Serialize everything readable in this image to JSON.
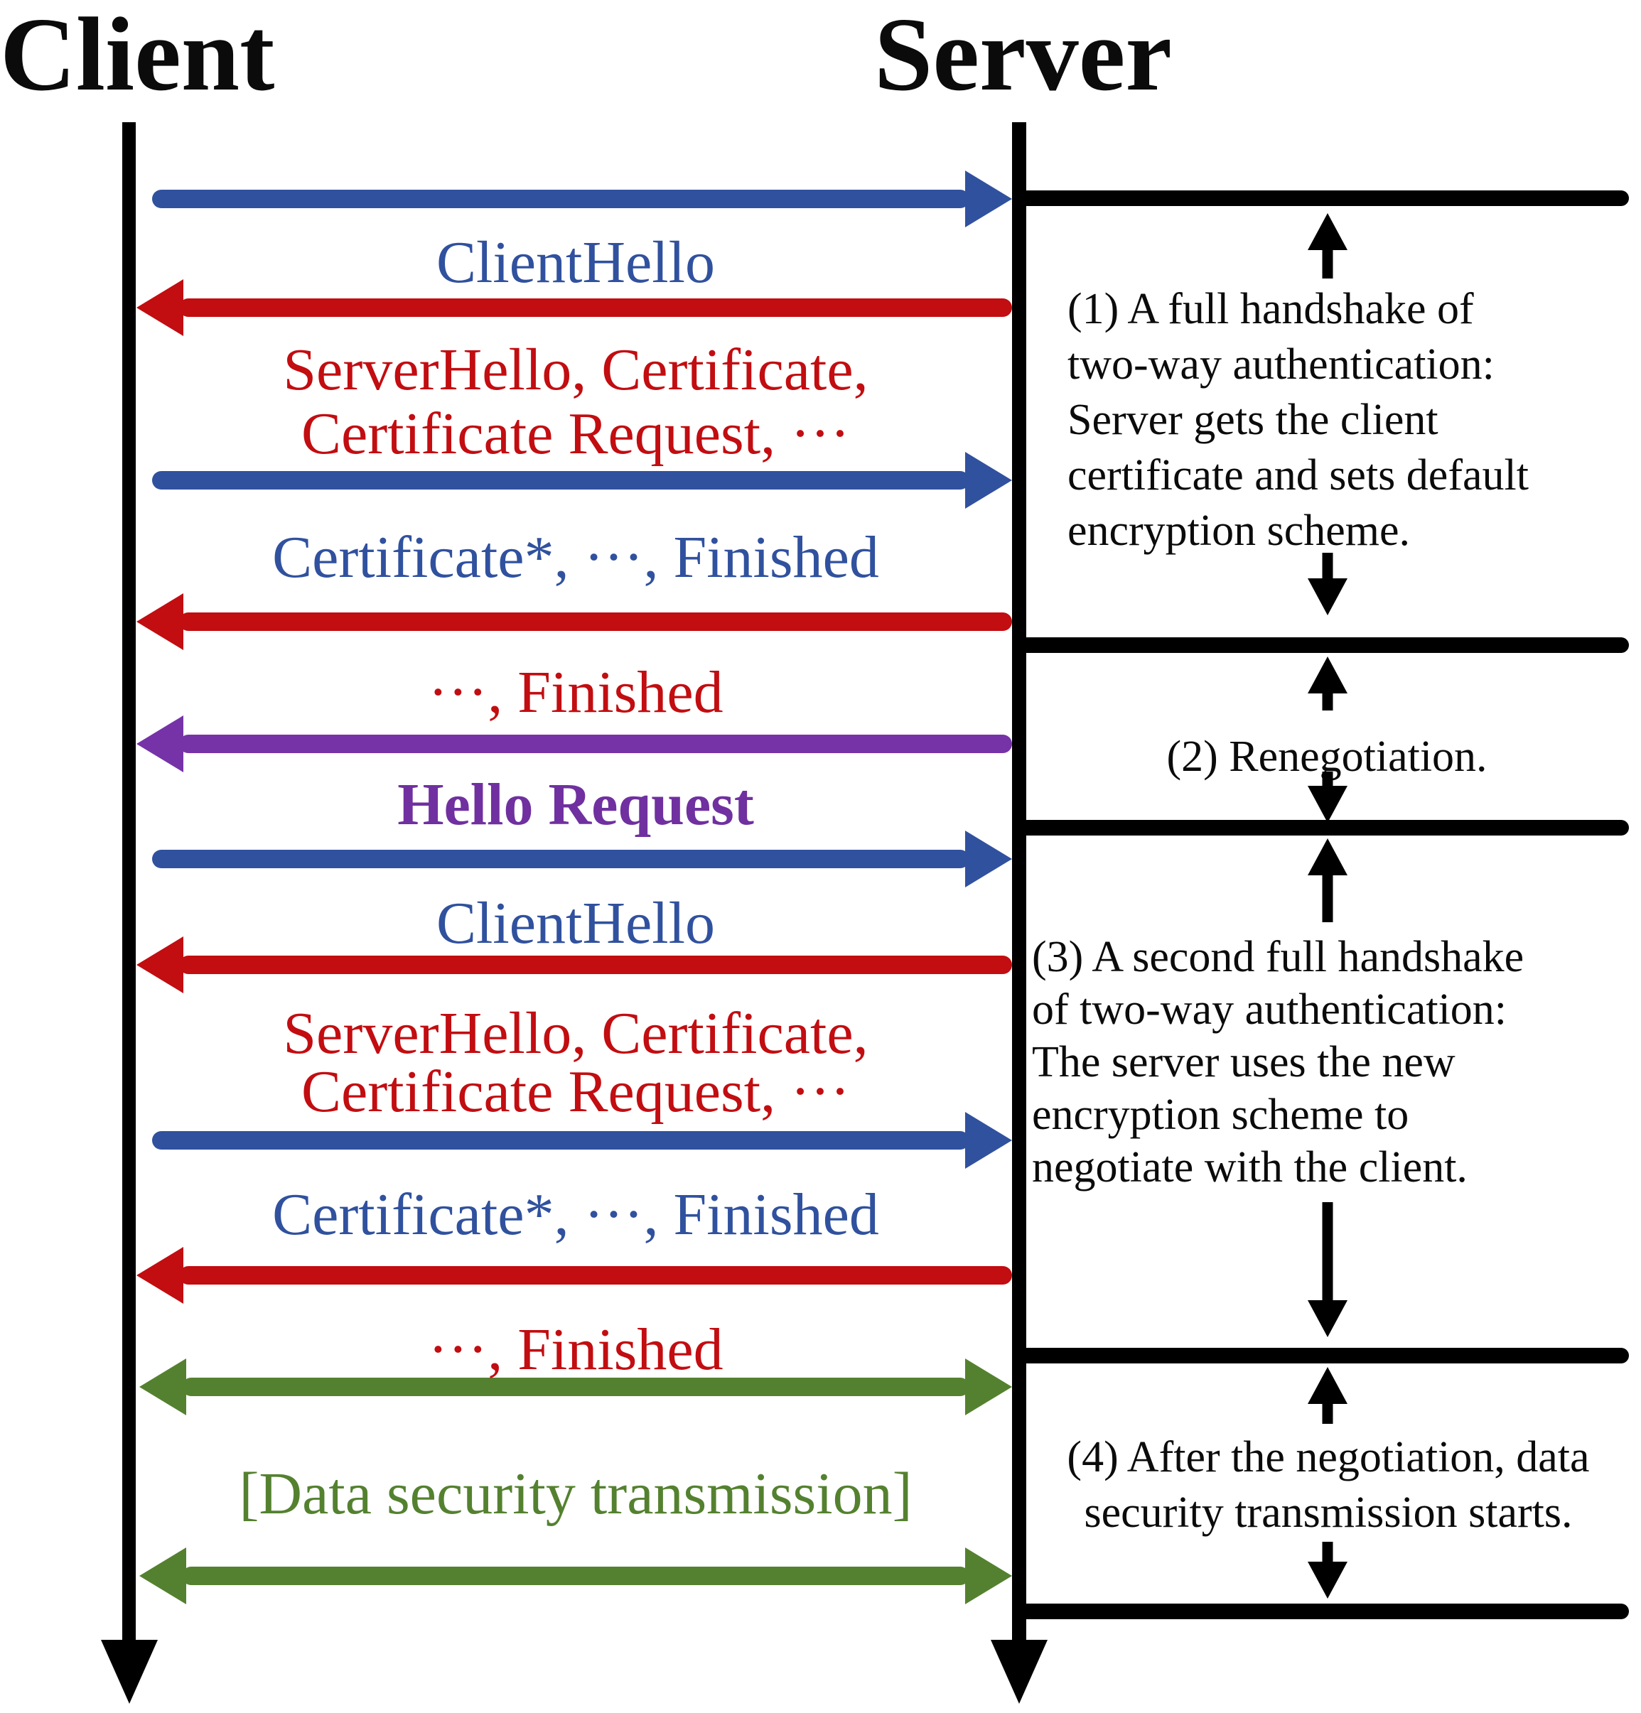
{
  "participants": [
    {
      "name": "Client"
    },
    {
      "name": "Server"
    }
  ],
  "colors": {
    "client_to_server_arrow": "#30519E",
    "server_to_client_arrow": "#C20D11",
    "renegotiation_arrow": "#7633A8",
    "renegotiation_text": "#7030A0",
    "data_transmission": "#54812F",
    "structure": "#000000"
  },
  "messages": [
    {
      "step": 1,
      "direction": "client-to-server",
      "label": "ClientHello"
    },
    {
      "step": 2,
      "direction": "server-to-client",
      "line1": "ServerHello, Certificate,",
      "line2": "Certificate Request, ···"
    },
    {
      "step": 3,
      "direction": "client-to-server",
      "label": "Certificate*, ···, Finished"
    },
    {
      "step": 4,
      "direction": "server-to-client",
      "label": "···, Finished"
    },
    {
      "step": 5,
      "direction": "server-to-client",
      "label": "Hello Request"
    },
    {
      "step": 6,
      "direction": "client-to-server",
      "label": "ClientHello"
    },
    {
      "step": 7,
      "direction": "server-to-client",
      "line1": "ServerHello, Certificate,",
      "line2": "Certificate Request, ···"
    },
    {
      "step": 8,
      "direction": "client-to-server",
      "label": "Certificate*, ···, Finished"
    },
    {
      "step": 9,
      "direction": "server-to-client",
      "label": "···, Finished"
    },
    {
      "step": 10,
      "direction": "bidirectional",
      "label": "[Data security transmission]"
    },
    {
      "step": 11,
      "direction": "bidirectional",
      "label": ""
    }
  ],
  "annotations": [
    {
      "lines": [
        "(1) A full handshake of",
        "two-way authentication:",
        "Server gets the client",
        "certificate and sets default",
        "encryption scheme."
      ]
    },
    {
      "lines": [
        "(2) Renegotiation."
      ]
    },
    {
      "lines": [
        "(3) A second full handshake",
        "of two-way authentication:",
        "The server uses the new",
        "encryption scheme to",
        "negotiate with the client."
      ]
    },
    {
      "lines": [
        "(4) After the negotiation, data",
        "security transmission starts."
      ]
    }
  ]
}
